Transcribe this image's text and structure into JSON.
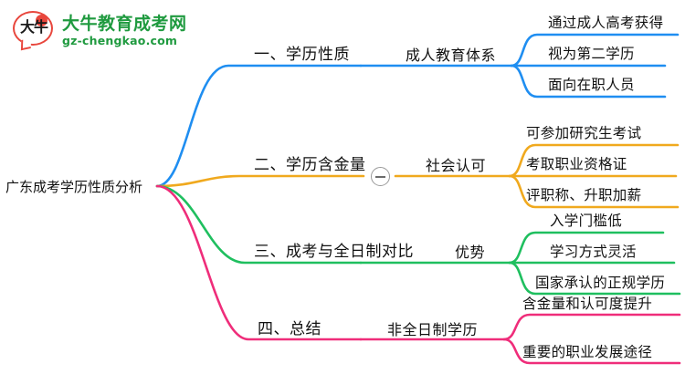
{
  "logo": {
    "mark_text": "大牛",
    "title": "大牛教育成考网",
    "subtitle": "gz-chengkao.com",
    "brand_color": "#1f9a3f",
    "mark_color": "#e8463c"
  },
  "mindmap": {
    "root": {
      "label": "广东成考学历性质分析"
    },
    "collapse_toggle": {
      "state_label": "−"
    },
    "branches": [
      {
        "color": "#1f8ef1",
        "level1": "一、学历性质",
        "level2": "成人教育体系",
        "leaves": [
          "通过成人高考获得",
          "视为第二学历",
          "面向在职人员"
        ]
      },
      {
        "color": "#f0a91e",
        "level1": "二、学历含金量",
        "level2": "社会认可",
        "leaves": [
          "可参加研究生考试",
          "考取职业资格证",
          "评职称、升职加薪"
        ]
      },
      {
        "color": "#1fbf5f",
        "level1": "三、成考与全日制对比",
        "level2": "优势",
        "leaves": [
          "入学门槛低",
          "学习方式灵活",
          "国家承认的正规学历"
        ]
      },
      {
        "color": "#ef2d7a",
        "level1": "四、总结",
        "level2": "非全日制学历",
        "leaves": [
          "含金量和认可度提升",
          "重要的职业发展途径"
        ]
      }
    ]
  }
}
